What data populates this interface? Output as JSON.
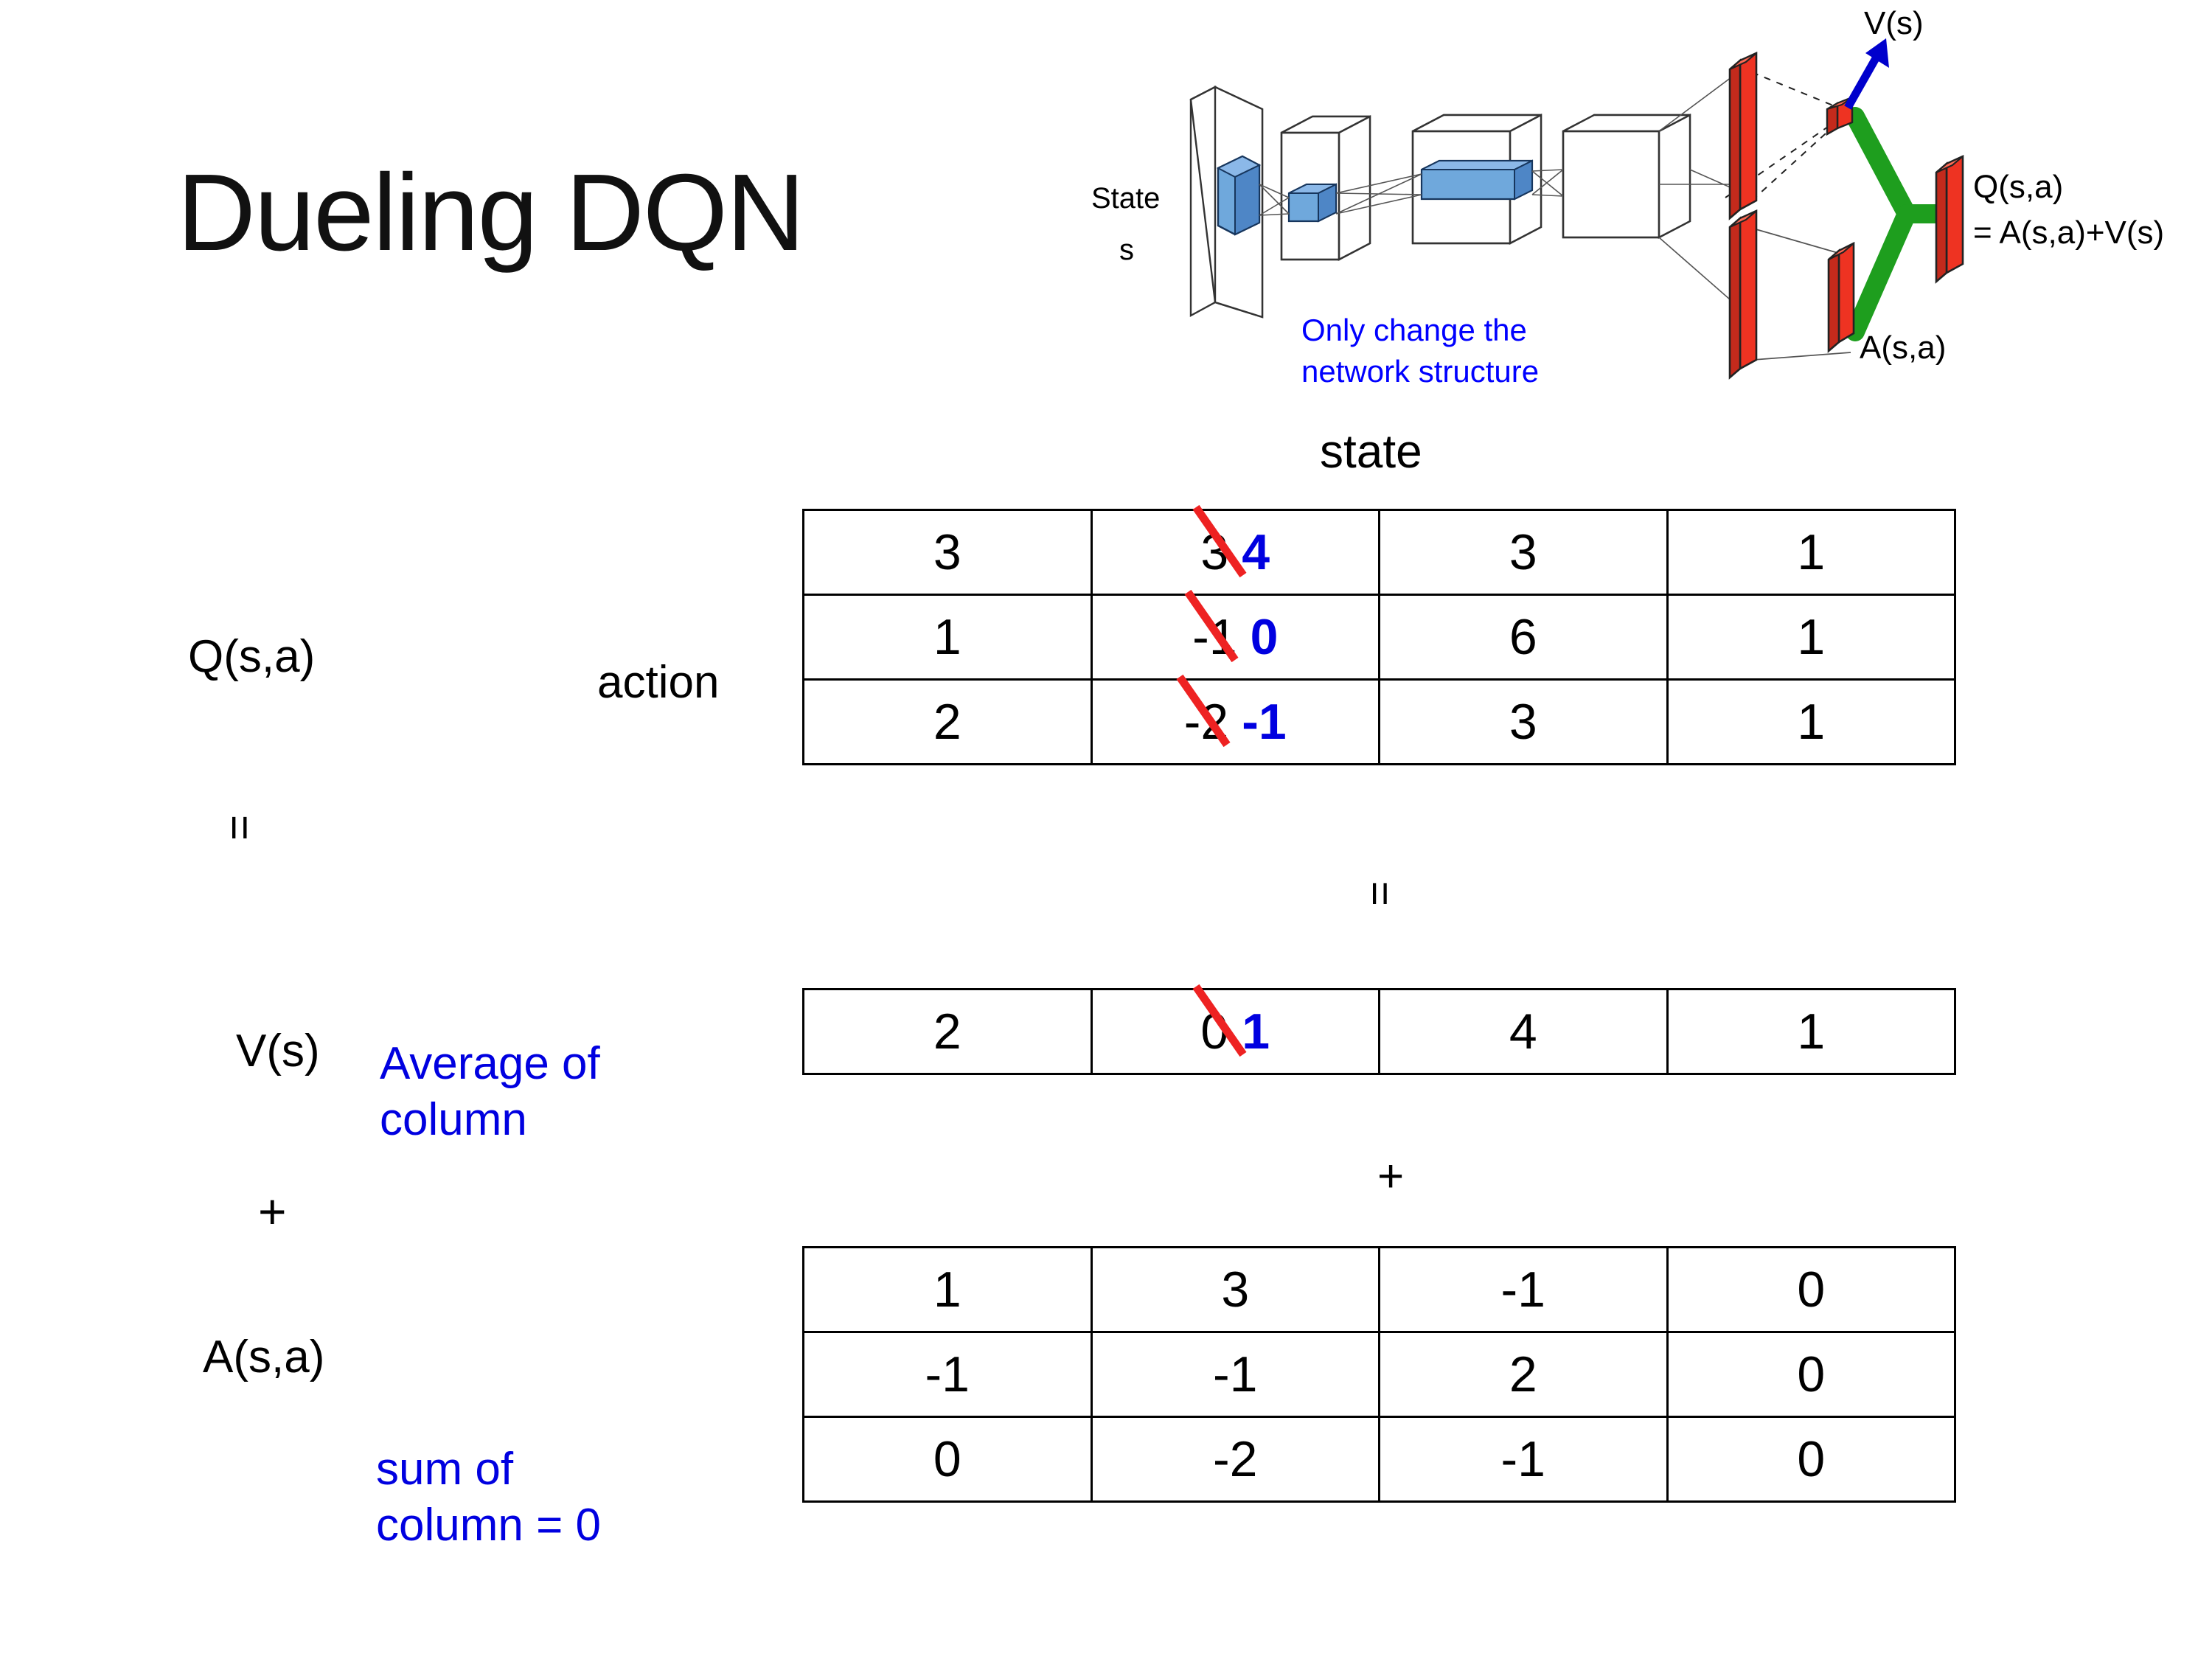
{
  "slide": {
    "title": "Dueling DQN"
  },
  "diagram": {
    "input_label_line1": "State",
    "input_label_line2": "s",
    "note_line1": "Only change the",
    "note_line2": "network structure",
    "value_label": "V(s)",
    "advantage_label": "A(s,a)",
    "q_label_line1": "Q(s,a)",
    "q_label_line2": "= A(s,a)+V(s)",
    "colors": {
      "note_text": "#0000FF",
      "value_arrow": "#0000CC",
      "sum_link": "#1E9E1E",
      "output_bar": "#EE3322",
      "hidden_block": "#6FA8DC"
    }
  },
  "labels": {
    "state_header": "state",
    "action_header": "action",
    "q_label": "Q(s,a)",
    "v_label": "V(s)",
    "a_label": "A(s,a)",
    "equals_left": "=",
    "equals_middle": "=",
    "plus_left": "+",
    "plus_middle": "+",
    "avg_note_line1": "Average of",
    "avg_note_line2": "column",
    "sum_note_line1": "sum of",
    "sum_note_line2": "column = 0"
  },
  "colors": {
    "annotation_blue": "#0000E0",
    "strike_red": "#EE2222",
    "text_black": "#000000"
  },
  "chart_data": {
    "type": "table",
    "title": "Dueling DQN Q = V + A decomposition",
    "tables": [
      {
        "name": "Q(s,a)",
        "row_axis": "action",
        "col_axis": "state",
        "rows": [
          [
            {
              "value": "3"
            },
            {
              "value": "3",
              "struck": true,
              "replacement": "4"
            },
            {
              "value": "3"
            },
            {
              "value": "1"
            }
          ],
          [
            {
              "value": "1"
            },
            {
              "value": "-1",
              "struck": true,
              "replacement": "0"
            },
            {
              "value": "6"
            },
            {
              "value": "1"
            }
          ],
          [
            {
              "value": "2"
            },
            {
              "value": "-2",
              "struck": true,
              "replacement": "-1"
            },
            {
              "value": "3"
            },
            {
              "value": "1"
            }
          ]
        ]
      },
      {
        "name": "V(s)",
        "rows": [
          [
            {
              "value": "2"
            },
            {
              "value": "0",
              "struck": true,
              "replacement": "1"
            },
            {
              "value": "4"
            },
            {
              "value": "1"
            }
          ]
        ]
      },
      {
        "name": "A(s,a)",
        "rows": [
          [
            {
              "value": "1"
            },
            {
              "value": "3"
            },
            {
              "value": "-1"
            },
            {
              "value": "0"
            }
          ],
          [
            {
              "value": "-1"
            },
            {
              "value": "-1"
            },
            {
              "value": "2"
            },
            {
              "value": "0"
            }
          ],
          [
            {
              "value": "0"
            },
            {
              "value": "-2"
            },
            {
              "value": "-1"
            },
            {
              "value": "0"
            }
          ]
        ]
      }
    ]
  }
}
